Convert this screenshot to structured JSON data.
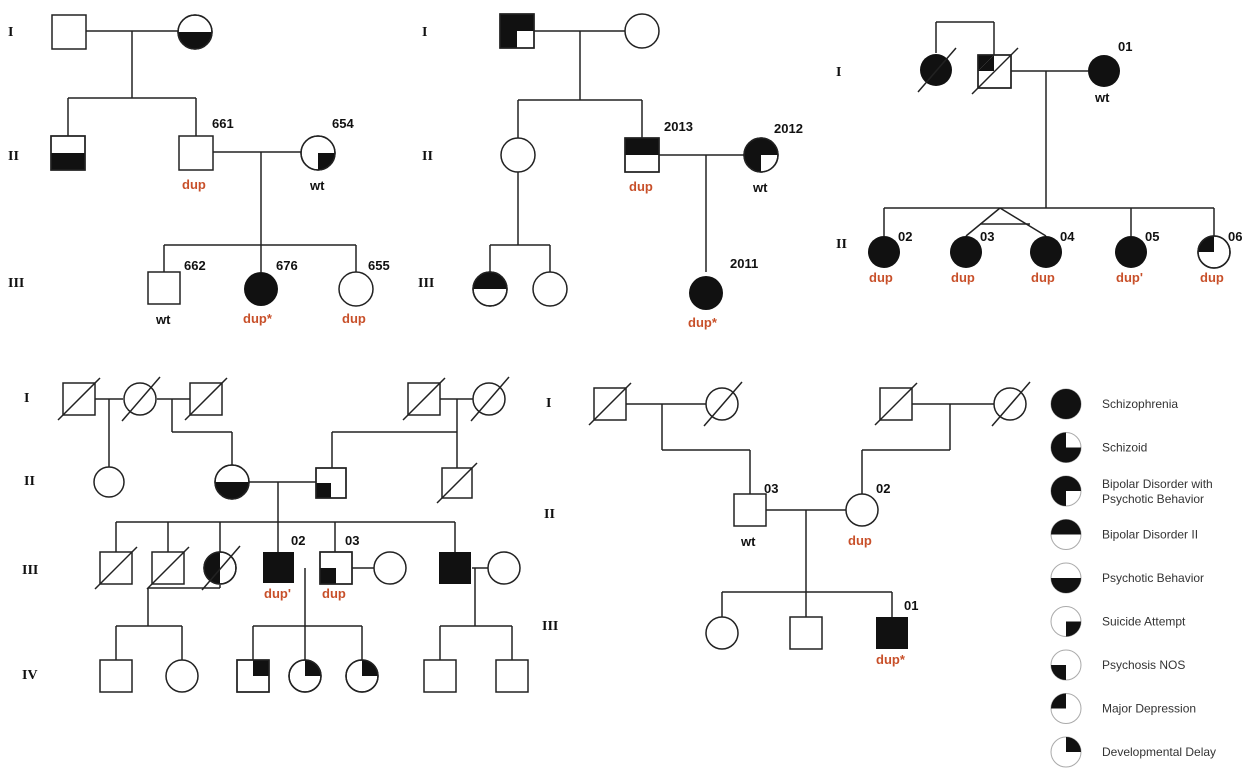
{
  "generations": {
    "I": "I",
    "II": "II",
    "III": "III",
    "IV": "IV"
  },
  "genotypes": {
    "wt": "wt",
    "dup": "dup",
    "dup_star": "dup*",
    "dup_prime": "dup'"
  },
  "ids": {
    "f1": {
      "a": "661",
      "b": "654",
      "c": "662",
      "d": "676",
      "e": "655"
    },
    "f2": {
      "a": "2013",
      "b": "2012",
      "c": "2011"
    },
    "f3": {
      "a": "01",
      "b": "02",
      "c": "03",
      "d": "04",
      "e": "05",
      "f": "06"
    },
    "f4": {
      "a": "02",
      "b": "03"
    },
    "f5": {
      "a": "03",
      "b": "02",
      "c": "01"
    }
  },
  "legend": {
    "items": [
      {
        "label": "Schizophrenia",
        "pattern": "full"
      },
      {
        "label": "Schizoid",
        "pattern": "tl-br"
      },
      {
        "label": "Bipolar Disorder with Psychotic Behavior",
        "pattern": "three-q"
      },
      {
        "label": "Bipolar Disorder II",
        "pattern": "top-half"
      },
      {
        "label": "Psychotic Behavior",
        "pattern": "bottom-half"
      },
      {
        "label": "Suicide Attempt",
        "pattern": "br"
      },
      {
        "label": "Psychosis NOS",
        "pattern": "bl"
      },
      {
        "label": "Major Depression",
        "pattern": "tl"
      },
      {
        "label": "Developmental Delay",
        "pattern": "tr"
      }
    ]
  }
}
